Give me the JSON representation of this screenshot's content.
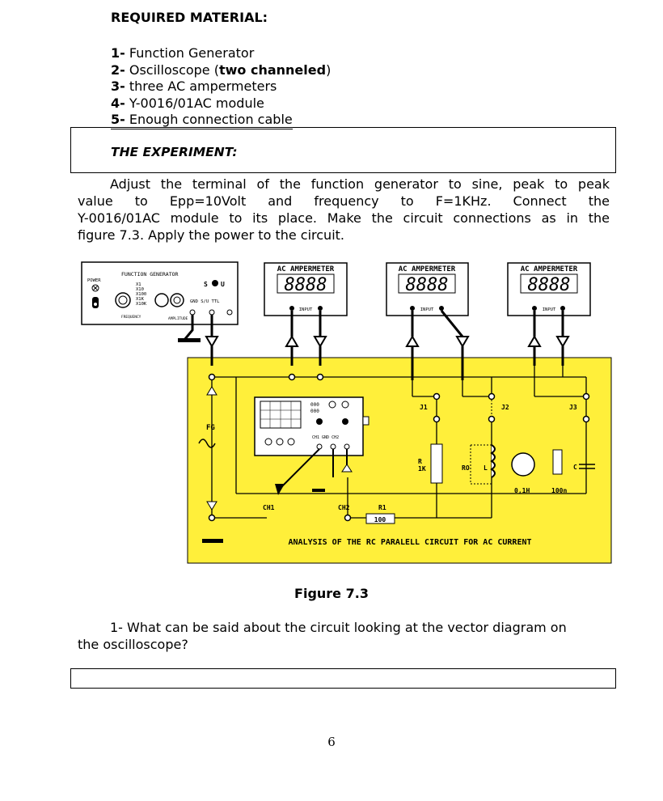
{
  "required": {
    "title": "REQUIRED MATERIAL:",
    "items": [
      {
        "num": "1-",
        "text": "Function Generator"
      },
      {
        "num": "2-",
        "text": "Oscilloscope (",
        "bold": "two channeled",
        "tail": ")"
      },
      {
        "num": "3-",
        "text": "three AC ampermeters"
      },
      {
        "num": "4-",
        "text": "Y-0016/01AC module"
      },
      {
        "num": "5-",
        "text": "Enough connection cable"
      }
    ]
  },
  "experiment": {
    "title": "THE EXPERIMENT:",
    "lines": [
      "Adjust the terminal of the function generator to sine, peak to peak",
      "value to Epp=10Volt and frequency to F=1KHz. Connect the",
      "Y-0016/01AC module to its place. Make the circuit connections as in the",
      "figure 7.3. Apply the power to the circuit."
    ]
  },
  "figure": {
    "caption": "Figure 7.3",
    "function_generator": {
      "title": "FUNCTION GENERATOR",
      "power": "POWER",
      "ranges": [
        "X1",
        "X10",
        "X100",
        "X1K",
        "X10K"
      ],
      "frequency": "FREQUENCY",
      "amplitude": "AMPLITUDE",
      "su": "S",
      "u": "U",
      "terminals": "GND S/U TTL"
    },
    "ammeter": {
      "title": "AC AMPERMETER",
      "display": "8888",
      "input": "INPUT"
    },
    "board": {
      "fg": "FG",
      "j1": "J1",
      "j2": "J2",
      "j3": "J3",
      "r": "R",
      "r_val": "1K",
      "ro": "RO",
      "l": "L",
      "l_val": "0,1H",
      "c": "C",
      "c_val": "100n",
      "ch1": "CH1",
      "ch2": "CH2",
      "r1": "R1",
      "r1_val": "100",
      "scope_labels": "CH1 GND CH2",
      "scope_digits": "000",
      "title": "ANALYSIS OF THE RC PARALELL CIRCUIT FOR AC CURRENT"
    },
    "colors": {
      "board": "#ffef3a",
      "line": "#000000",
      "panel": "#ffffff"
    }
  },
  "question": {
    "line1": "1- What can be said about the circuit looking at the vector diagram on",
    "line2": "the oscilloscope?"
  },
  "page_number": "6"
}
